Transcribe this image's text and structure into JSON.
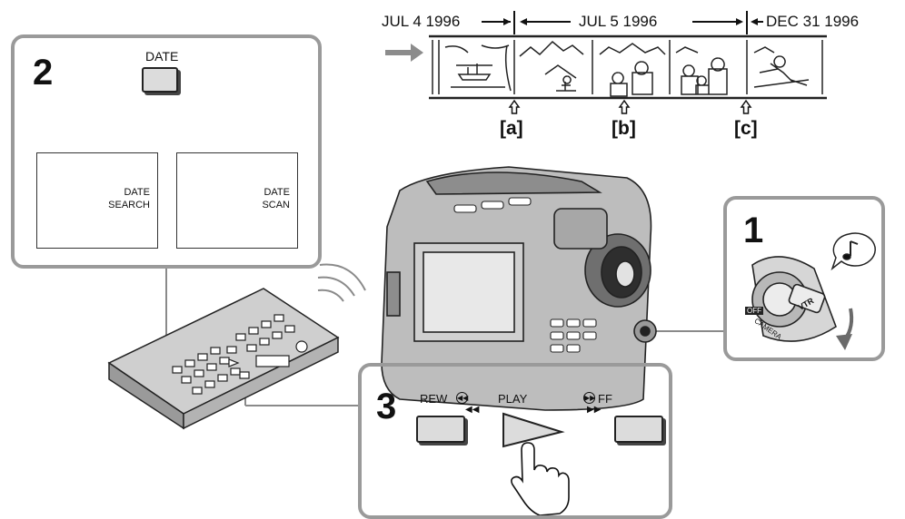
{
  "tape_timeline": {
    "dates": [
      {
        "label": "JUL 4 1996"
      },
      {
        "label": "JUL 5 1996"
      },
      {
        "label": "DEC 31 1996"
      }
    ],
    "markers": [
      "[a]",
      "[b]",
      "[c]"
    ]
  },
  "step1": {
    "number": "1"
  },
  "step2": {
    "number": "2",
    "button_label": "DATE",
    "screen_left": "DATE\nSEARCH",
    "screen_right": "DATE\nSCAN"
  },
  "step3": {
    "number": "3",
    "rew_label": "REW",
    "play_label": "PLAY",
    "ff_label": "FF"
  },
  "camera_dial": {
    "vtr": "VTR",
    "off": "OFF",
    "camera": "CAMERA"
  }
}
